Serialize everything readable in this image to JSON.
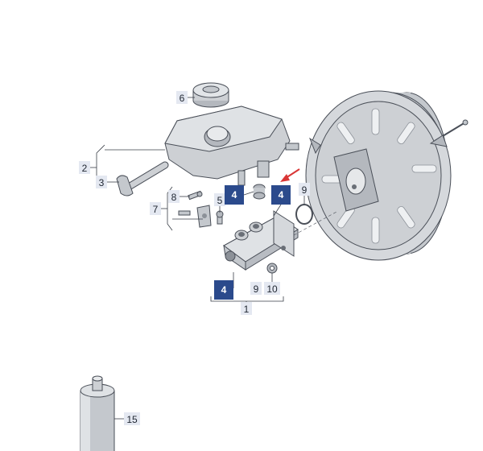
{
  "colors": {
    "badge": "#2b4a8c",
    "label_box": "#e4e8f1",
    "part_fill": "#d3d6da",
    "part_shade": "#b8bcc2",
    "arrow": "#d93636"
  },
  "labels": {
    "p1": "1",
    "p2": "2",
    "p3": "3",
    "p5": "5",
    "p6": "6",
    "p7": "7",
    "p8": "8",
    "p9_upper": "9",
    "p9_lower": "9",
    "p10": "10",
    "p15": "15"
  },
  "badges": {
    "b1": "4",
    "b2": "4",
    "b3": "4"
  }
}
